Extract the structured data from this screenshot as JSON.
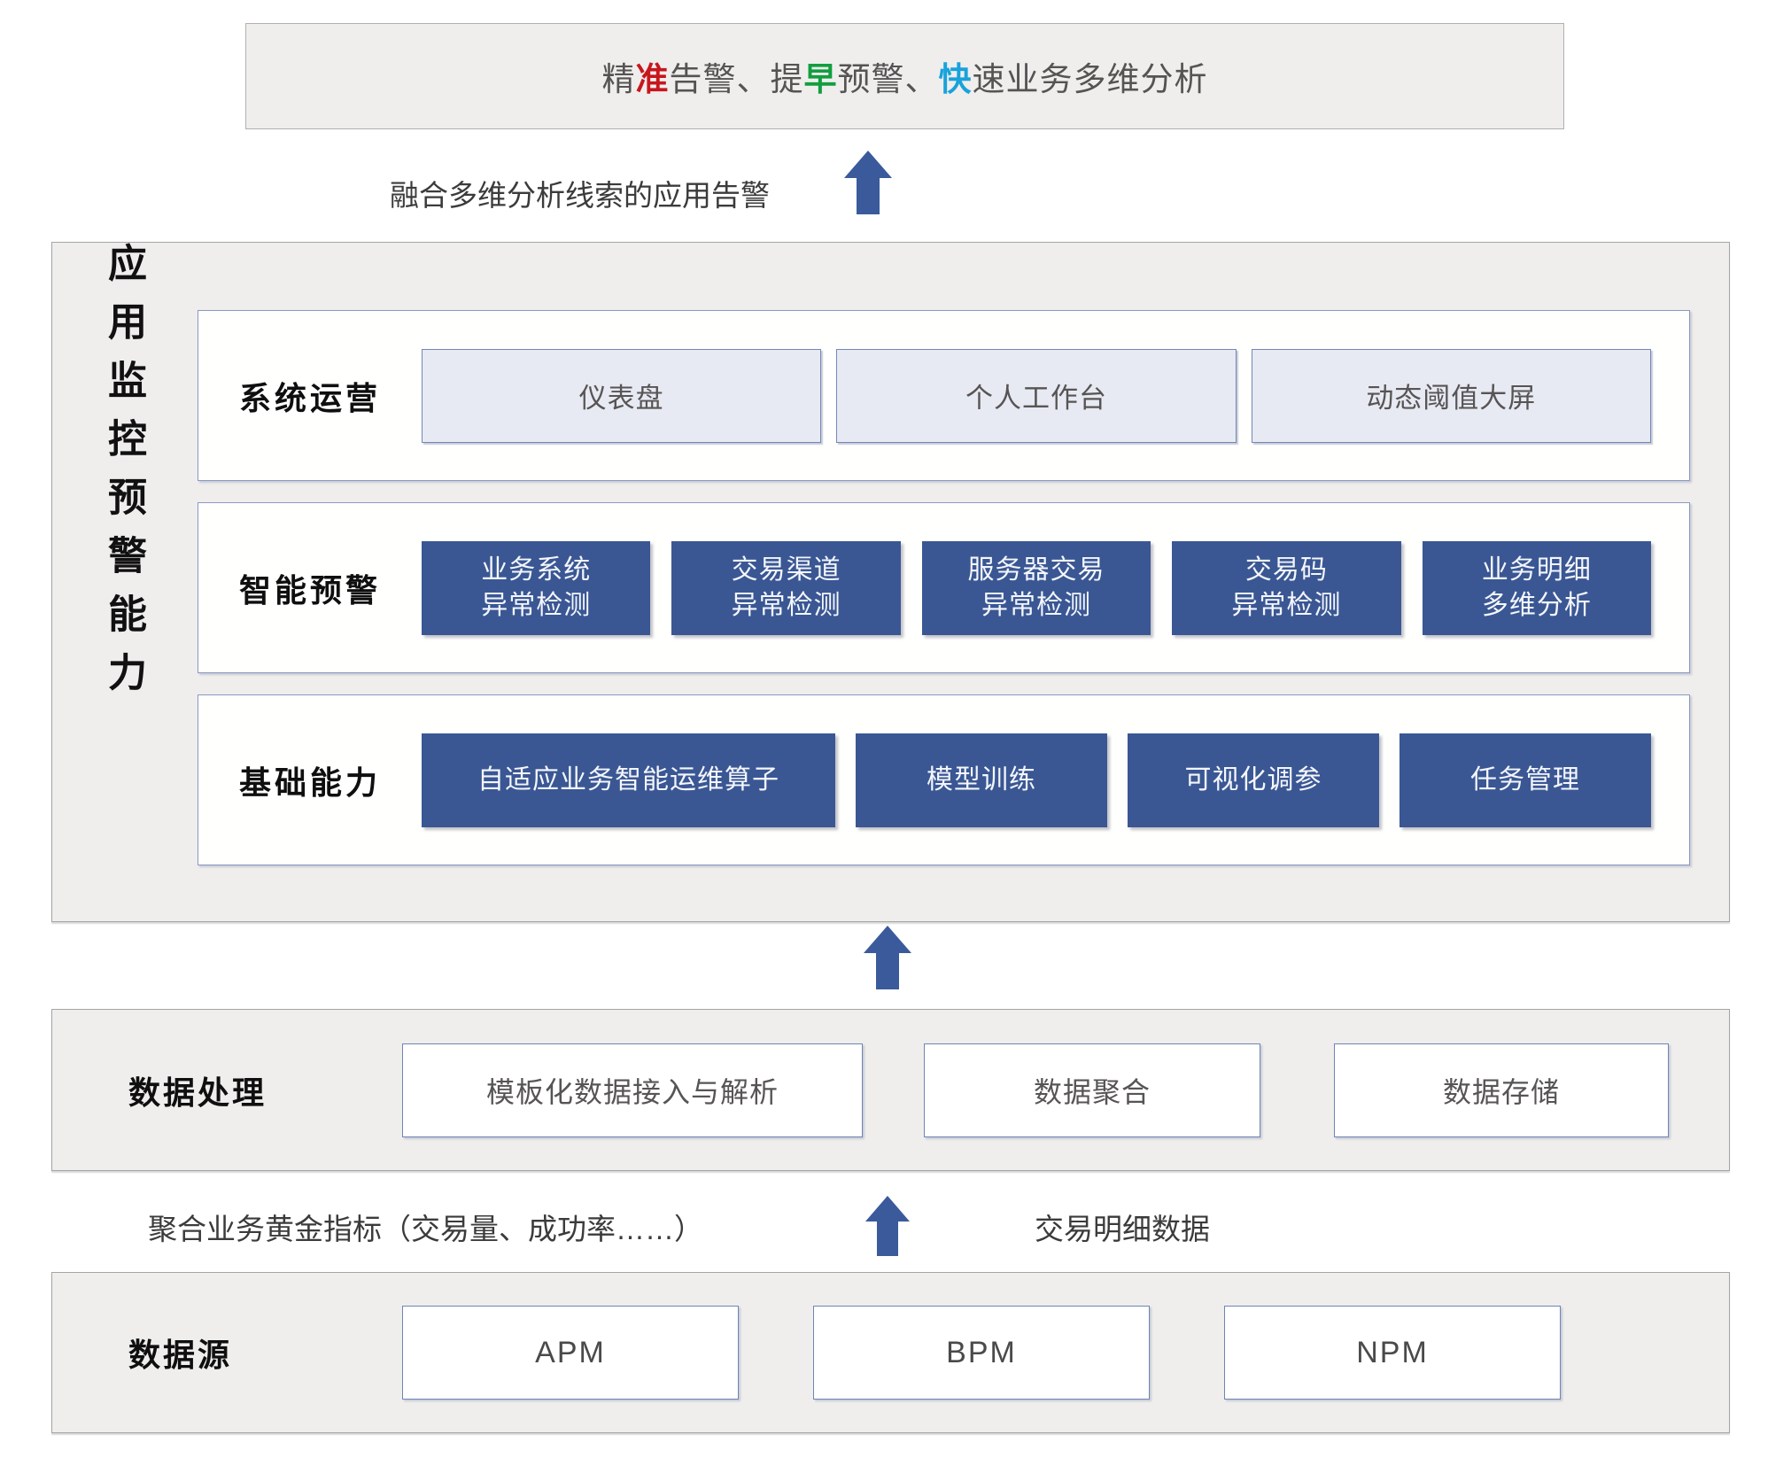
{
  "banner": {
    "segments": [
      {
        "text": "精"
      },
      {
        "text": "准",
        "emphasis": "red"
      },
      {
        "text": "告警、提"
      },
      {
        "text": "早",
        "emphasis": "green"
      },
      {
        "text": "预警、"
      },
      {
        "text": "快",
        "emphasis": "blue"
      },
      {
        "text": "速业务多维分析"
      }
    ]
  },
  "flow_top": {
    "label": "融合多维分析线索的应用告警"
  },
  "main": {
    "title": "应用监控预警能力",
    "rows": [
      {
        "label": "系统运营",
        "variant": "light",
        "boxes": [
          {
            "label": "仪表盘"
          },
          {
            "label": "个人工作台"
          },
          {
            "label": "动态阈值大屏"
          }
        ]
      },
      {
        "label": "智能预警",
        "variant": "dark",
        "boxes": [
          {
            "label": "业务系统\n异常检测"
          },
          {
            "label": "交易渠道\n异常检测"
          },
          {
            "label": "服务器交易\n异常检测"
          },
          {
            "label": "交易码\n异常检测"
          },
          {
            "label": "业务明细\n多维分析"
          }
        ]
      },
      {
        "label": "基础能力",
        "variant": "dark",
        "boxes": [
          {
            "label": "自适应业务智能运维算子"
          },
          {
            "label": "模型训练"
          },
          {
            "label": "可视化调参"
          },
          {
            "label": "任务管理"
          }
        ]
      }
    ]
  },
  "data_processing": {
    "label": "数据处理",
    "boxes": [
      {
        "label": "模板化数据接入与解析"
      },
      {
        "label": "数据聚合"
      },
      {
        "label": "数据存储"
      }
    ]
  },
  "flow_bottom": {
    "left_label": "聚合业务黄金指标（交易量、成功率……）",
    "right_label": "交易明细数据"
  },
  "data_source": {
    "label": "数据源",
    "boxes": [
      {
        "label": "APM"
      },
      {
        "label": "BPM"
      },
      {
        "label": "NPM"
      }
    ]
  },
  "colors": {
    "dark_box_blue": "#3a5794",
    "arrow_blue": "#3a5a9b",
    "emphasis_red": "#c8161d",
    "emphasis_green": "#129e3f",
    "emphasis_blue": "#19a2dc",
    "panel_gray": "#efeeed",
    "panel_border_gray": "#a5a5a5",
    "box_border_blue": "#7487ba",
    "light_box_fill": "#e7eaf3",
    "text_dark_gray": "#565353"
  }
}
